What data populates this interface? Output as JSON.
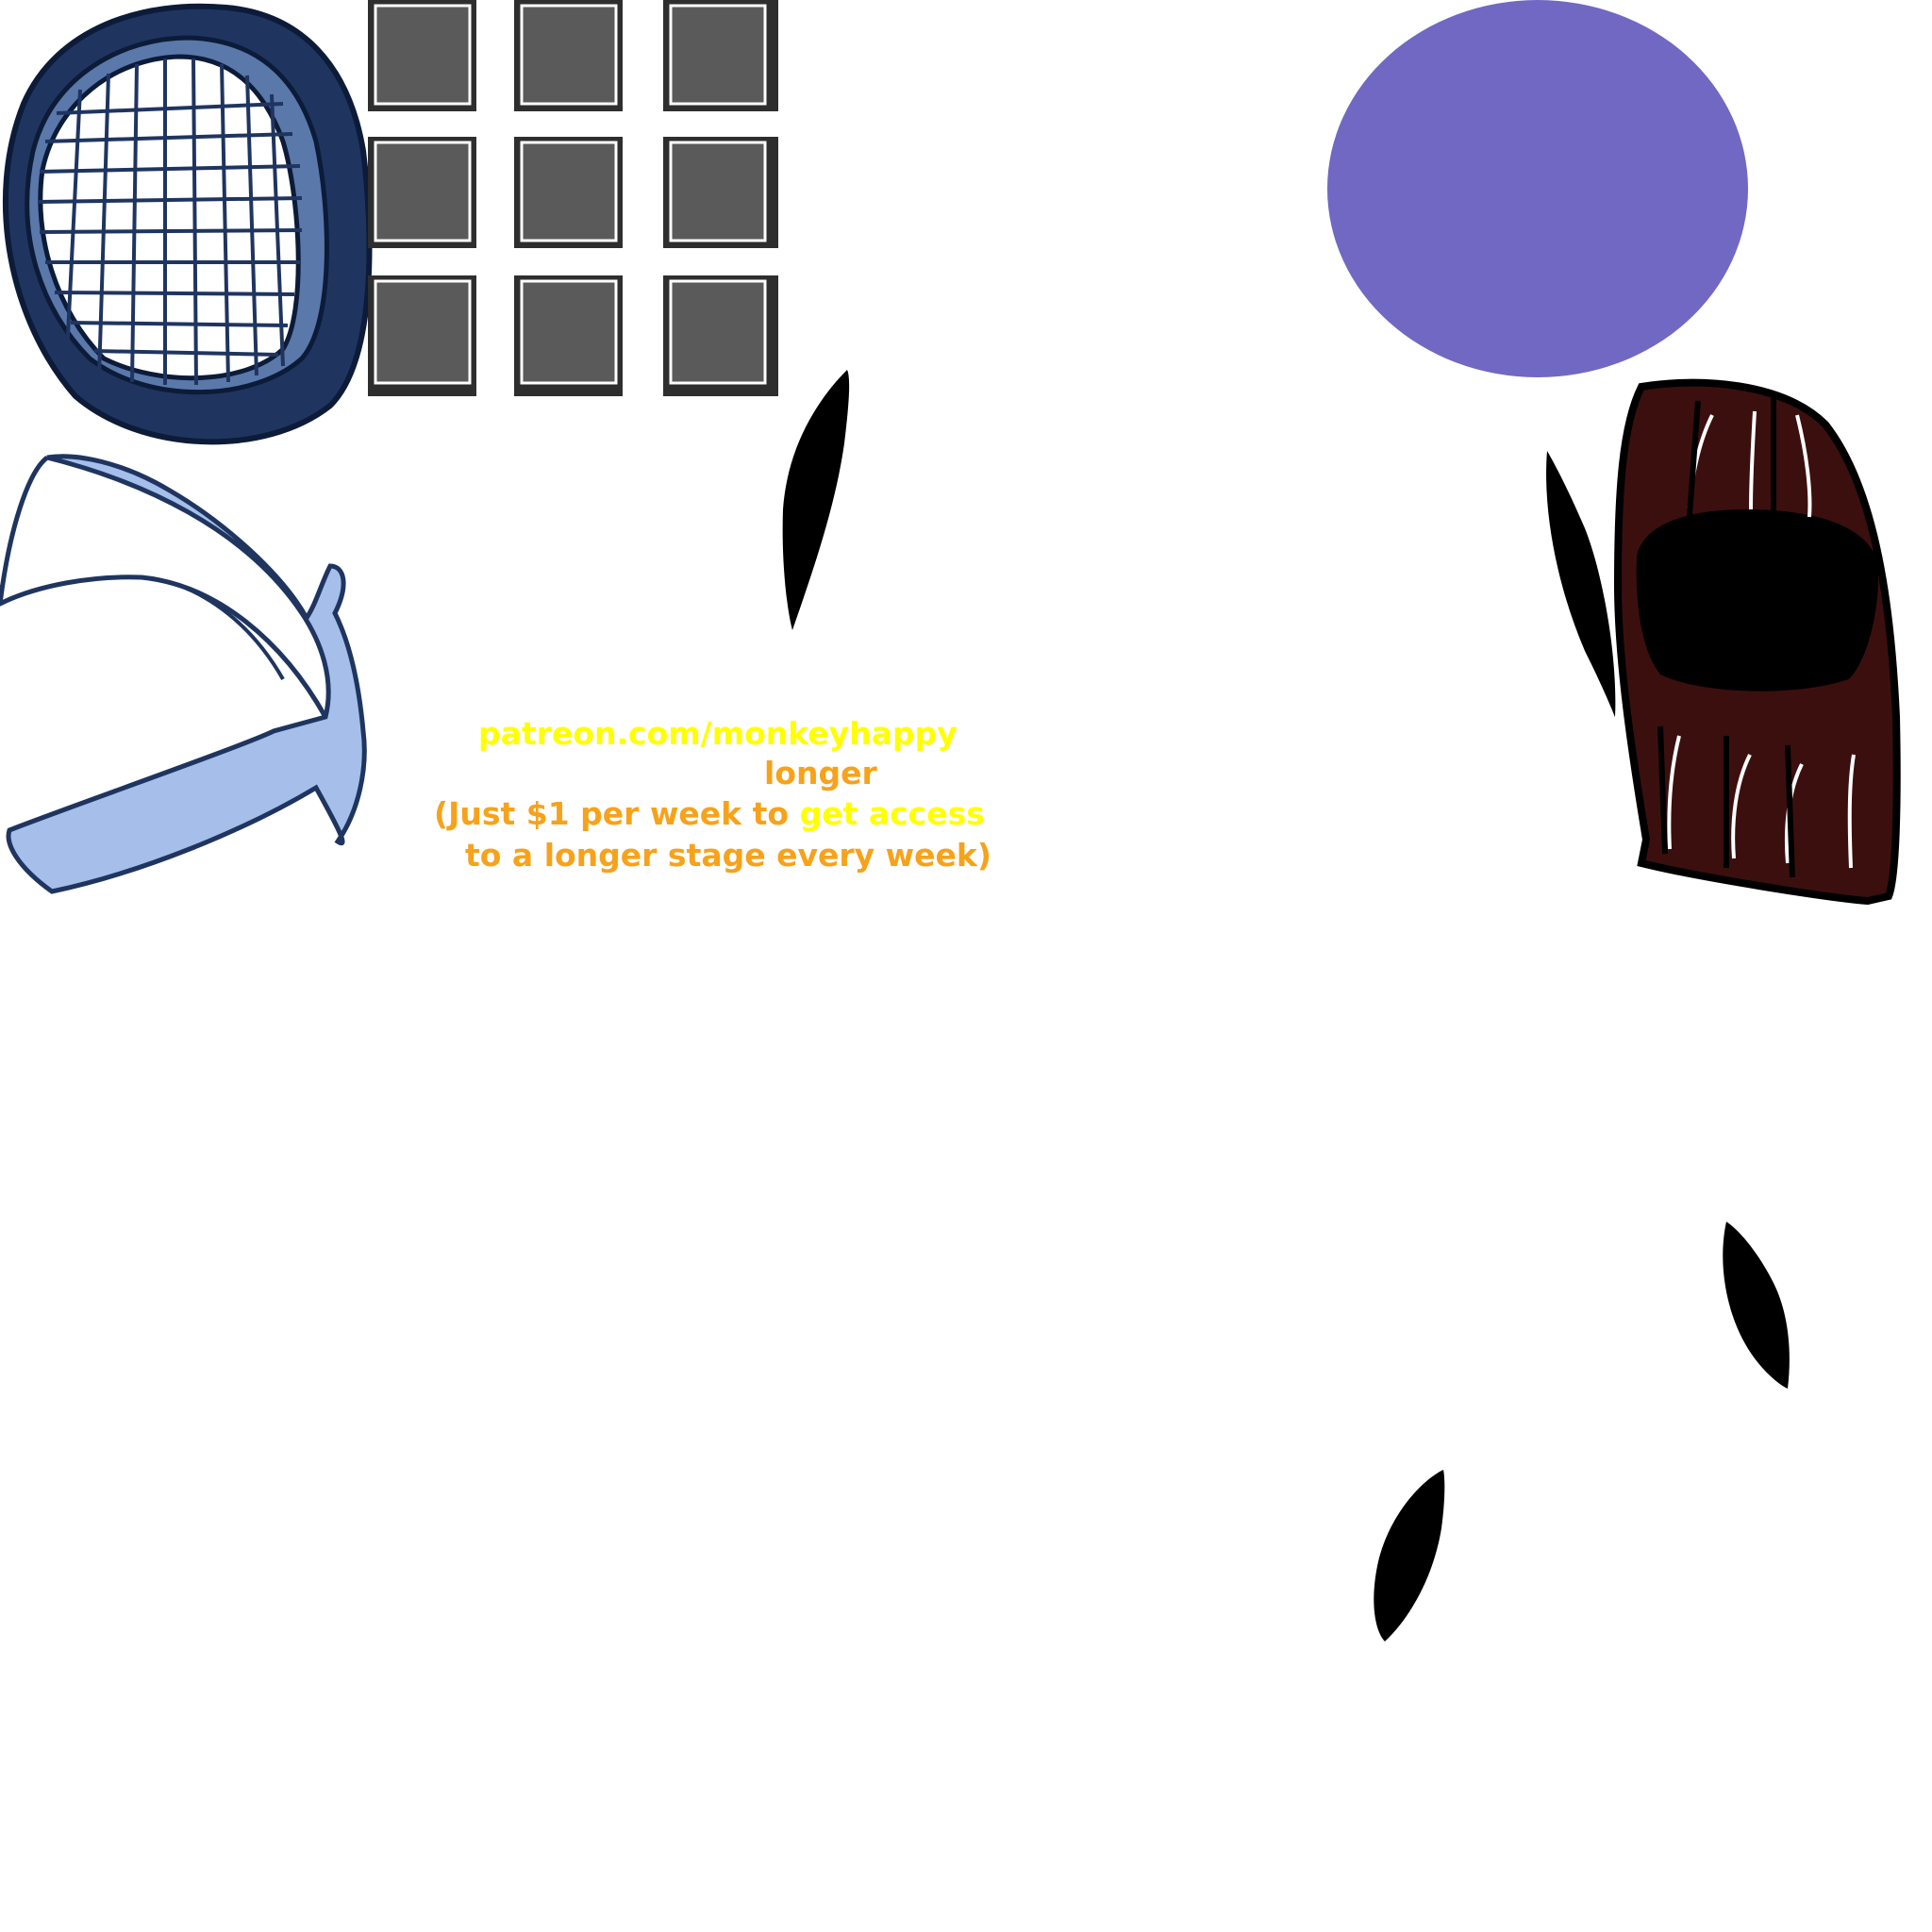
{
  "sprite_sheet": {
    "background": "#ffffff",
    "promo": {
      "line1": "patreon.com/monkeyhappy",
      "line2": "longer",
      "line3_a": "(Just $1 per week to ",
      "line3_b": "get access",
      "line4": "to a longer stage every week)",
      "colors": {
        "yellow": "#ffff00",
        "orange": "#f7a21b"
      }
    },
    "palette": {
      "mask_blue": "#5a78aa",
      "mask_navy": "#1f3560",
      "light_blue": "#a5bfea",
      "slot_gray": "#5a5a5a",
      "slot_dark": "#2e2e2e",
      "purple": "#7068c2",
      "hair_red": "#742b2b",
      "hair_dark": "#3c0f0f",
      "hat_blue": "#4a6ca8",
      "mouth_olive": "#3e3e1c",
      "red_outline": "#ee0000",
      "bar_yellow": "#ffff00"
    }
  }
}
